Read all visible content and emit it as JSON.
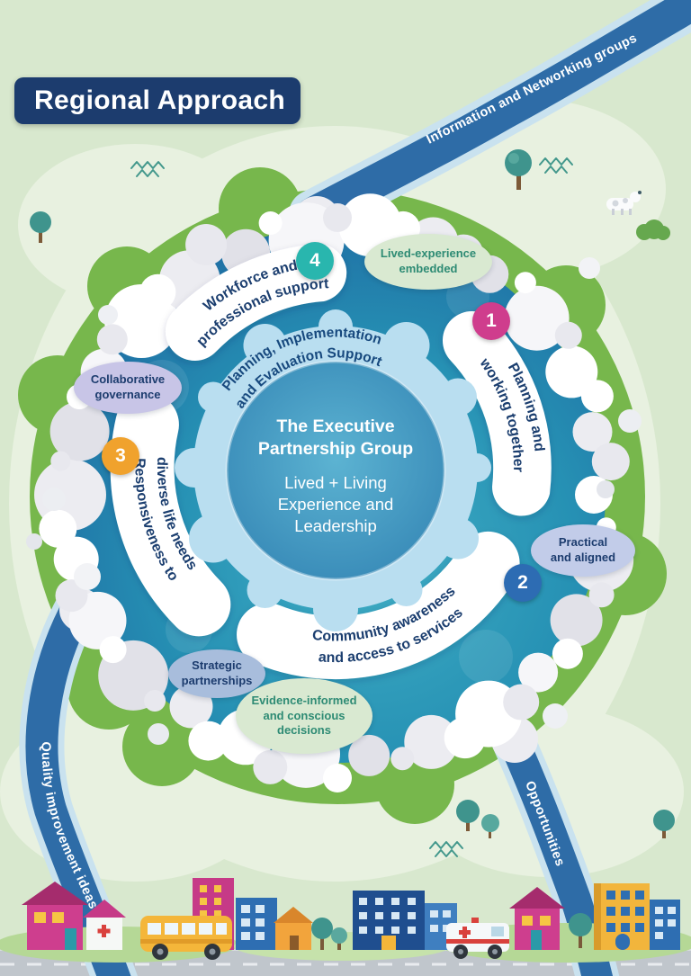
{
  "banner": {
    "title": "Regional Approach"
  },
  "center_circle": {
    "title": "The Executive\nPartnership Group",
    "subtitle": "Lived + Living\nExperience and\nLeadership"
  },
  "support_ring": {
    "line1": "Planning, Implementation",
    "line2": "and Evaluation Support"
  },
  "petals": [
    {
      "number": "1",
      "line1": "Planning and",
      "line2": "working together",
      "color": "#cf3d8d"
    },
    {
      "number": "2",
      "line1": "Community awareness",
      "line2": "and access to services",
      "color": "#2d6cb3"
    },
    {
      "number": "3",
      "line1": "Responsiveness to",
      "line2": "diverse life needs",
      "color": "#f0a22d"
    },
    {
      "number": "4",
      "line1": "Workforce and",
      "line2": "professional support",
      "color": "#29b6ae"
    }
  ],
  "bubbles": [
    {
      "label": "Lived-experience\nembedded"
    },
    {
      "label": "Collaborative\ngovernance"
    },
    {
      "label": "Practical\nand aligned"
    },
    {
      "label": "Strategic\npartnerships"
    },
    {
      "label": "Evidence-informed\nand conscious\ndecisions"
    }
  ],
  "rivers": {
    "top_label": "Information and Networking groups",
    "left_label": "Quality improvement ideas",
    "right_label": "Opportunities"
  },
  "colors": {
    "background": "#d8e8ce",
    "inner_blob": "#e8f1e0",
    "green_band": "#77b74c",
    "river_blue": "#2e6ca7",
    "river_casing": "#c9e2ef",
    "banner_navy": "#1c3c6e",
    "disc_navy": "#1b4e8d",
    "disc_teal": "#3fadc4",
    "support_ring_blue": "#b9def0"
  }
}
